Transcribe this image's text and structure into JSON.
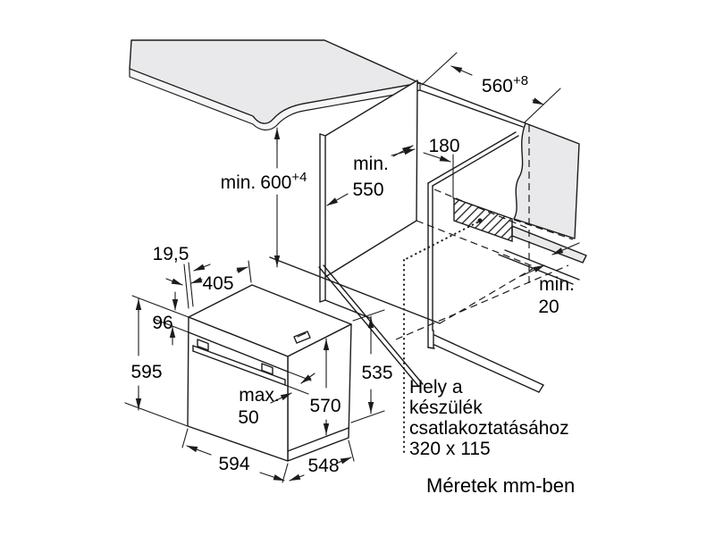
{
  "colors": {
    "line": "#1c1c1c",
    "surface": "#e9e9eb",
    "background": "#ffffff"
  },
  "dimensions": {
    "niche_width": {
      "value": "560",
      "tolerance": "+8"
    },
    "vent_offset": {
      "value": "180"
    },
    "niche_depth": {
      "prefix": "min.",
      "value": "550"
    },
    "niche_height": {
      "prefix": "min.",
      "value": "600",
      "tolerance": "+4"
    },
    "top_offset": {
      "value": "19,5"
    },
    "top_depth": {
      "value": "405"
    },
    "panel_height": {
      "value": "96"
    },
    "oven_height": {
      "value": "595"
    },
    "rear_height": {
      "value": "535"
    },
    "body_height": {
      "value": "570"
    },
    "handle_clearance": {
      "prefix": "max.",
      "value": "50"
    },
    "oven_width": {
      "value": "594"
    },
    "oven_depth": {
      "value": "548"
    },
    "rear_gap": {
      "prefix": "min.",
      "value": "20"
    }
  },
  "annotation": {
    "lines": [
      "Hely a",
      "készülék",
      "csatlakoztatásához",
      "320 x 115"
    ]
  },
  "footer": "Méretek mm-ben"
}
